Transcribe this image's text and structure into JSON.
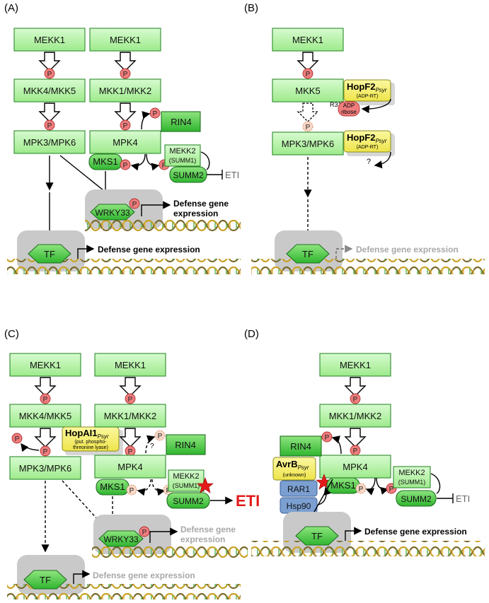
{
  "panels": {
    "A": {
      "label": "(A)",
      "mekk1_left": "MEKK1",
      "mekk1_right": "MEKK1",
      "mkk45": "MKK4/MKK5",
      "mkk12": "MKK1/MKK2",
      "mpk36": "MPK3/MPK6",
      "mpk4": "MPK4",
      "rin4": "RIN4",
      "mks1": "MKS1",
      "mekk2_line1": "MEKK2",
      "mekk2_line2": "(SUMM1)",
      "summ2": "SUMM2",
      "eti": "ETI",
      "wrky33": "WRKY33",
      "def_line1": "Defense gene",
      "def_line2": "expression",
      "tf": "TF",
      "def_tf": "Defense gene expression",
      "p": "P"
    },
    "B": {
      "label": "(B)",
      "mekk1": "MEKK1",
      "mkk5": "MKK5",
      "mpk36": "MPK3/MPK6",
      "hopf2_name": "HopF2",
      "hopf2_sub": "Psyr",
      "hopf2_act": "(ADP-RT)",
      "r313": "R313",
      "adp1": "ADP",
      "adp2": "ribose",
      "q": "?",
      "tf": "TF",
      "def_tf": "Defense gene expression",
      "p": "P"
    },
    "C": {
      "label": "(C)",
      "mekk1_left": "MEKK1",
      "mekk1_right": "MEKK1",
      "mkk45": "MKK4/MKK5",
      "mkk12": "MKK1/MKK2",
      "mpk36": "MPK3/MPK6",
      "mpk4": "MPK4",
      "rin4": "RIN4",
      "mks1": "MKS1",
      "mekk2_line1": "MEKK2",
      "mekk2_line2": "(SUMM1)",
      "summ2": "SUMM2",
      "eti": "ETI",
      "hopai1_name": "HopAI1",
      "hopai1_sub": "Psyr",
      "hopai1_act1": "(put. phospho-",
      "hopai1_act2": "threonine lyase)",
      "q": "?",
      "wrky33": "WRKY33",
      "def_line1": "Defense gene",
      "def_line2": "expression",
      "tf": "TF",
      "def_tf": "Defense gene expression",
      "p": "P"
    },
    "D": {
      "label": "(D)",
      "mekk1": "MEKK1",
      "mkk12": "MKK1/MKK2",
      "rin4": "RIN4",
      "mpk4": "MPK4",
      "avrb_name": "AvrB",
      "avrb_sub": "Psyr",
      "avrb_act": "(unknown)",
      "rar1": "RAR1",
      "hsp90": "Hsp90",
      "mks1": "MKS1",
      "mekk2_line1": "MEKK2",
      "mekk2_line2": "(SUMM1)",
      "summ2": "SUMM2",
      "eti": "ETI",
      "tf": "TF",
      "def_tf": "Defense gene expression",
      "p": "P"
    }
  },
  "colors": {
    "box_green": "#b8f5a8",
    "box_dark_green": "#3cc43c",
    "phospho_red": "#ef7d7d",
    "effector_yellow": "#f5f070",
    "eti_red": "#e21b1b",
    "gray_text": "#a8a8a8",
    "blue_box": "#7b9fd1"
  }
}
